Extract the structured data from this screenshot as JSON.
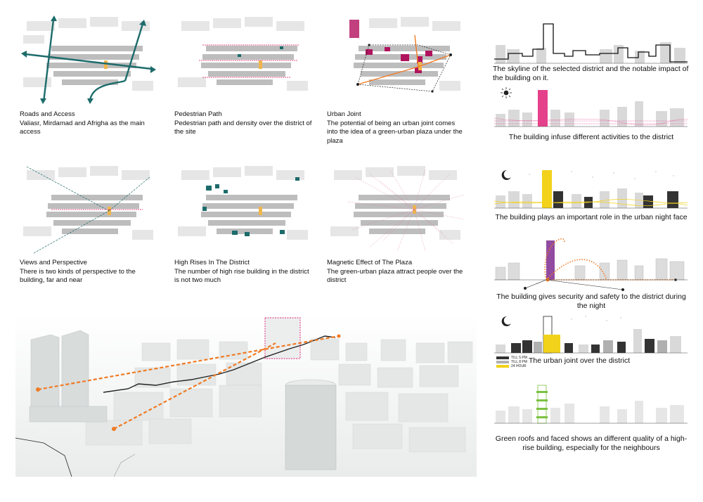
{
  "diagrams": [
    {
      "title": "Roads and Access",
      "desc": "Valiasr, Mirdamad and Afrigha as the main access"
    },
    {
      "title": "Pedestrian Path",
      "desc": "Pedestrian path and density  over the district of the site"
    },
    {
      "title": "Urban Joint",
      "desc": "The potential of being an urban joint comes into the idea of a green-urban plaza under the plaza"
    },
    {
      "title": "Views and Perspective",
      "desc": "There is two kinds of perspective to the building, far and near"
    },
    {
      "title": "High Rises In The District",
      "desc": "The number of high rise building  in the district is not two much"
    },
    {
      "title": "Magnetic Effect of The Plaza",
      "desc": "The green-urban plaza attract people over the district"
    }
  ],
  "skylines": [
    {
      "caption": "The skyline of the selected district and the notable impact of the building on it."
    },
    {
      "caption": "The building infuse different activities to the district"
    },
    {
      "caption": "The building plays an important role in the urban night face"
    },
    {
      "caption": "The building gives  security and safety to the district during the night"
    },
    {
      "caption": "The urban joint over the district"
    },
    {
      "caption": "Green roofs and faced shows an different quality of a high-rise building, especially for the neighbours"
    }
  ],
  "legend": [
    {
      "label": "TILL 5 PM",
      "color": "#333333"
    },
    {
      "label": "TILL 8 PM",
      "color": "#b0b0b0"
    },
    {
      "label": "24 HOUR",
      "color": "#f2d21b"
    }
  ],
  "colors": {
    "teal": "#1d6b6b",
    "magenta": "#c2185b",
    "orange": "#f07a23",
    "yellow": "#f2d21b",
    "green": "#7bc142"
  }
}
